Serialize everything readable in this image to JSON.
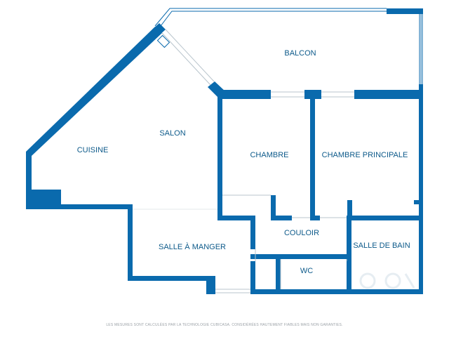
{
  "colors": {
    "wall": "#0a6aad",
    "label": "#0d5a8a",
    "opening": "#b8c4cc",
    "disclaimer": "#9aa0a6",
    "background": "#ffffff"
  },
  "rooms": {
    "balcon": "BALCON",
    "salon": "SALON",
    "cuisine": "CUISINE",
    "chambre": "CHAMBRE",
    "chambre_principale": "CHAMBRE PRINCIPALE",
    "salle_a_manger": "SALLE À MANGER",
    "couloir": "COULOIR",
    "salle_de_bain": "SALLE DE BAIN",
    "wc": "WC"
  },
  "disclaimer": "LES MESURES SONT CALCULÉES PAR LA TECHNOLOGIE CUBICASA. CONSIDÉRÉES HAUTEMENT FIABLES MAIS NON GARANTIES."
}
